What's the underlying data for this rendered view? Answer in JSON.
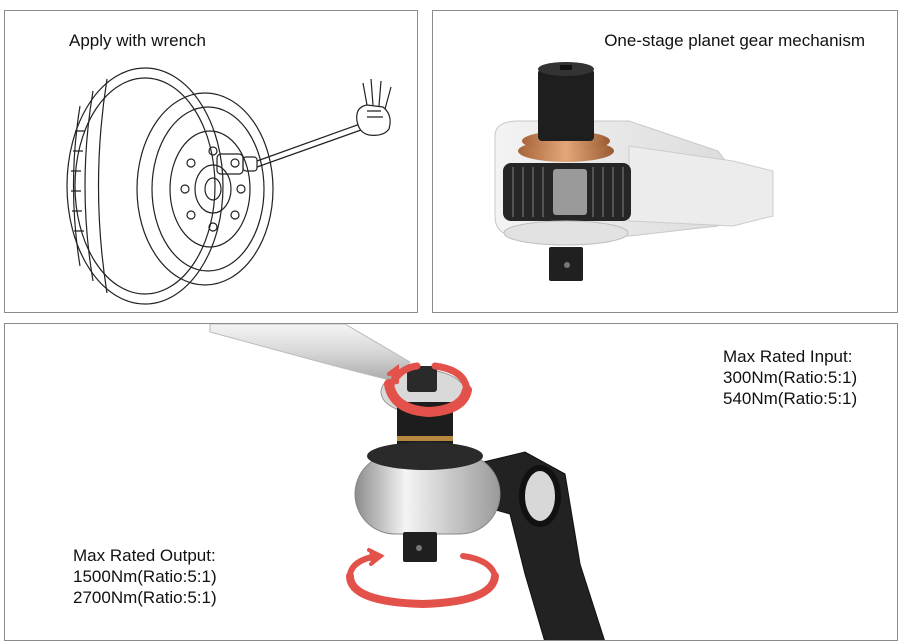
{
  "panels": {
    "wheel": {
      "caption": "Apply with wrench"
    },
    "gear": {
      "caption": "One-stage planet gear mechanism"
    },
    "multiplier": {
      "input": {
        "title": "Max Rated Input:",
        "line1": "300Nm(Ratio:5:1)",
        "line2": "540Nm(Ratio:5:1)"
      },
      "output": {
        "title": "Max Rated Output:",
        "line1": "1500Nm(Ratio:5:1)",
        "line2": "2700Nm(Ratio:5:1)"
      }
    }
  },
  "colors": {
    "arrow": "#e2514a",
    "body": "#1f1f1f",
    "metal": "#cfd2d4",
    "copper": "#c98a5a"
  },
  "icons": [
    "tire-illustration",
    "hand-icon",
    "planet-gear-mechanism",
    "torque-multiplier",
    "rotation-arrow-icon"
  ]
}
